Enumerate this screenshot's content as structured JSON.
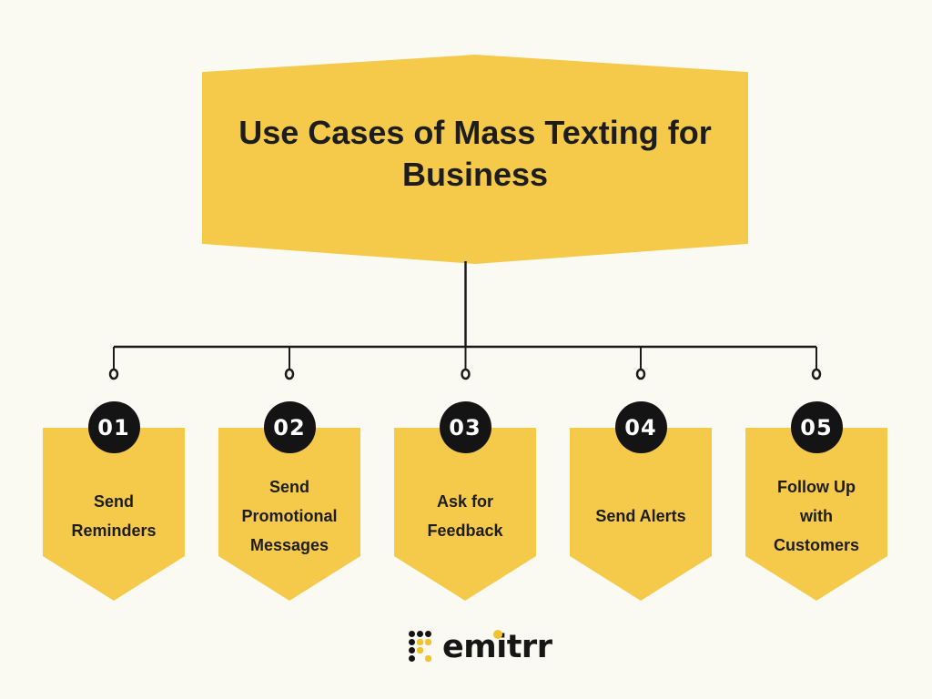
{
  "title": {
    "line1": "Use Cases of Mass Texting",
    "line2": "for Business",
    "full": "Use Cases of Mass Texting\nfor Business"
  },
  "cards": [
    {
      "number": "01",
      "label": "Send\nReminders"
    },
    {
      "number": "02",
      "label": "Send\nPromotional\nMessages"
    },
    {
      "number": "03",
      "label": "Ask for\nFeedback"
    },
    {
      "number": "04",
      "label": "Send Alerts"
    },
    {
      "number": "05",
      "label": "Follow Up\nwith\nCustomers"
    }
  ],
  "logo": {
    "text": "emitrr",
    "icon": "emitrr-dot-matrix-icon"
  },
  "colors": {
    "background": "#FBFAF2",
    "accent_yellow": "#F5CA4A",
    "badge_black": "#141414",
    "text_dark": "#1D1D1D",
    "line_color": "#1A1A1A",
    "logo_yellow": "#F2C230",
    "badge_text": "#FFFFFF"
  }
}
